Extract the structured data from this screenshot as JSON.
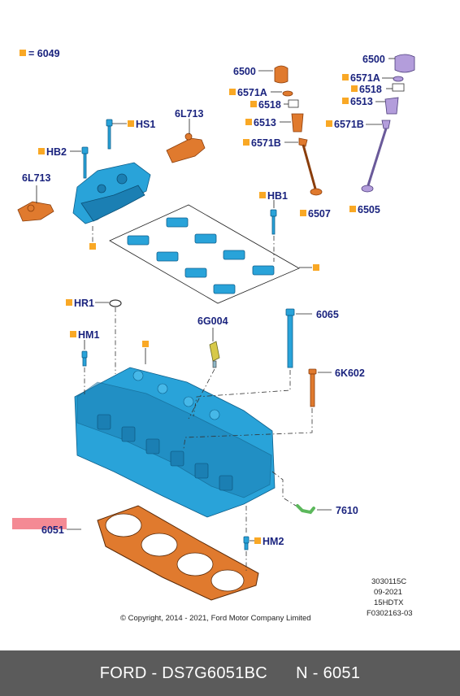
{
  "legend": {
    "marker_color": "#f9a825",
    "text": "= 6049"
  },
  "callouts": {
    "hs1": "HS1",
    "6l713_right": "6L713",
    "hb2": "HB2",
    "6l713_left": "6L713",
    "hb1": "HB1",
    "6500_left": "6500",
    "6571a_left": "6571A",
    "6518_left": "6518",
    "6513_left": "6513",
    "6571b_left": "6571B",
    "6507": "6507",
    "6500_right": "6500",
    "6571a_right": "6571A",
    "6518_right": "6518",
    "6513_right": "6513",
    "6571b_right": "6571B",
    "6505": "6505",
    "hr1": "HR1",
    "hm1": "HM1",
    "6g004": "6G004",
    "6065": "6065",
    "6k602": "6K602",
    "7610": "7610",
    "6051": "6051",
    "hm2": "HM2"
  },
  "highlight": {
    "color": "#f48a94",
    "part": "6051"
  },
  "metadata": {
    "line1": "3030115C",
    "line2": "09-2021",
    "line3": "15HDTX",
    "line4": "F0302163-03"
  },
  "copyright": "© Copyright, 2014 - 2021, Ford Motor Company Limited",
  "footer": {
    "brand_part": "FORD - DS7G6051BC",
    "ref": "N - 6051"
  },
  "colors": {
    "label_text": "#1a237e",
    "part_blue": "#29a3d9",
    "part_orange": "#e07a2e",
    "footer_bg": "#5b5b5b"
  }
}
